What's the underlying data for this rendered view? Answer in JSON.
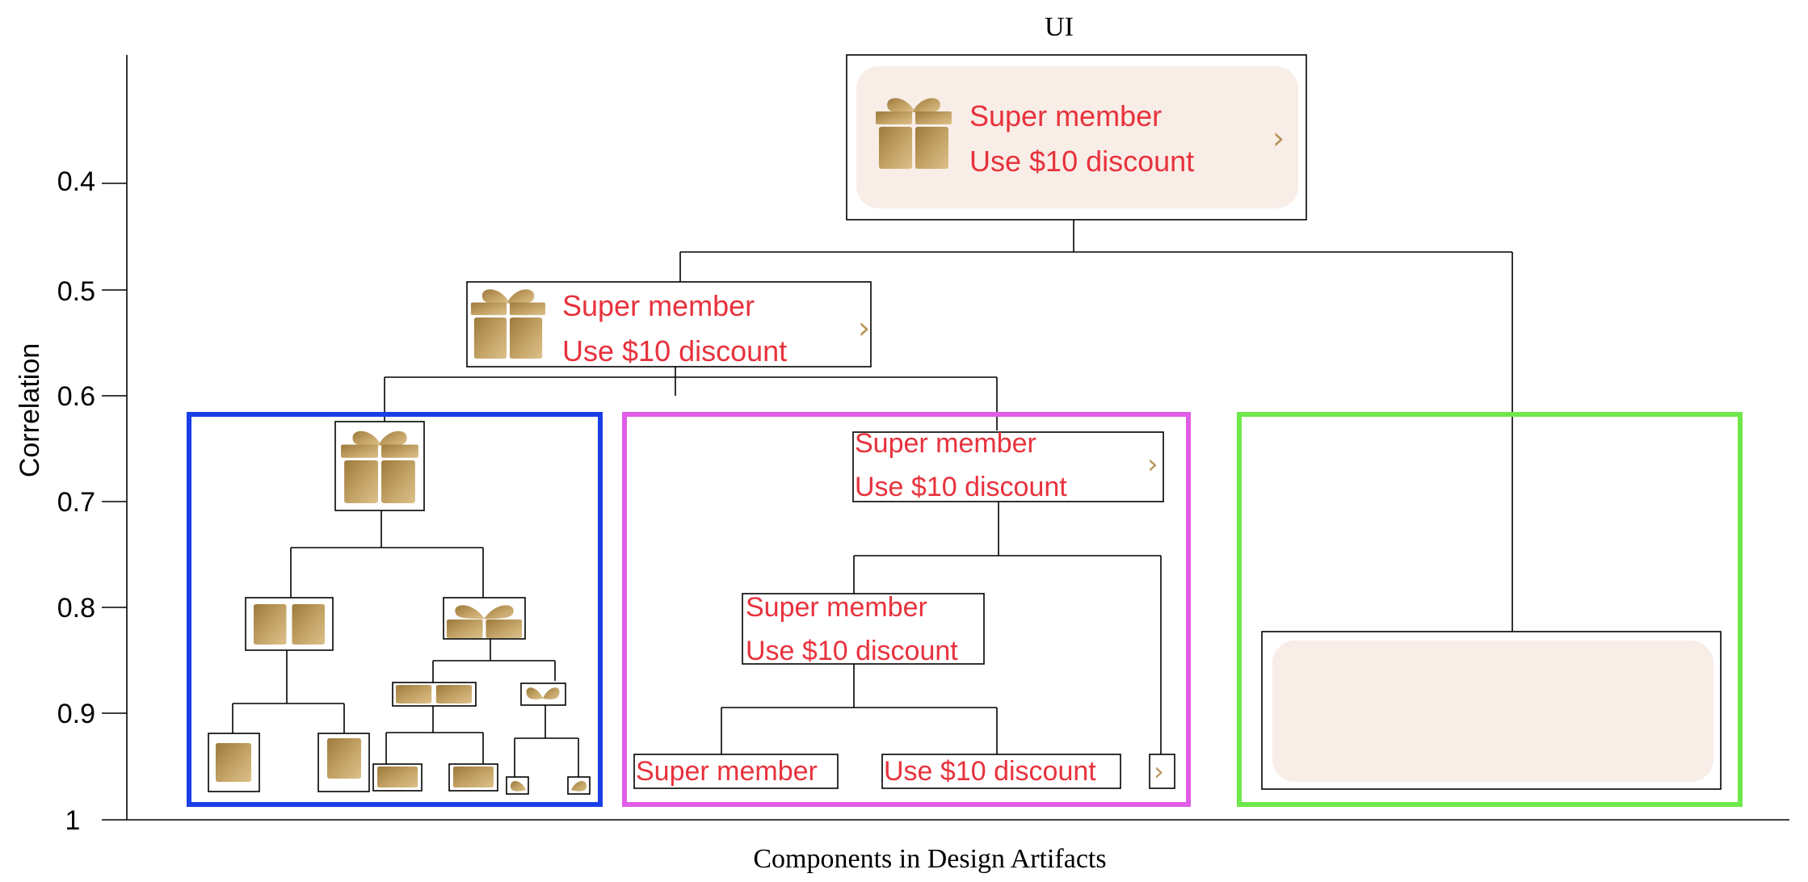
{
  "title": "UI",
  "x_axis_label": "Components in Design Artifacts",
  "y_axis_label": "Correlation",
  "y_ticks": [
    "0.4",
    "0.5",
    "0.6",
    "0.7",
    "0.8",
    "0.9",
    "1"
  ],
  "card": {
    "line1": "Super member",
    "line2": "Use $10 discount",
    "chevron": "›"
  },
  "icons": {
    "gift": "gift-icon",
    "chevron": "chevron-right-icon"
  },
  "colors": {
    "red_text": "#e8323c",
    "gold": "#b8955a",
    "card_bg": "#f8ede7",
    "blue_group": "#1a3ee6",
    "magenta_group": "#e05de8",
    "green_group": "#6ee84a"
  }
}
